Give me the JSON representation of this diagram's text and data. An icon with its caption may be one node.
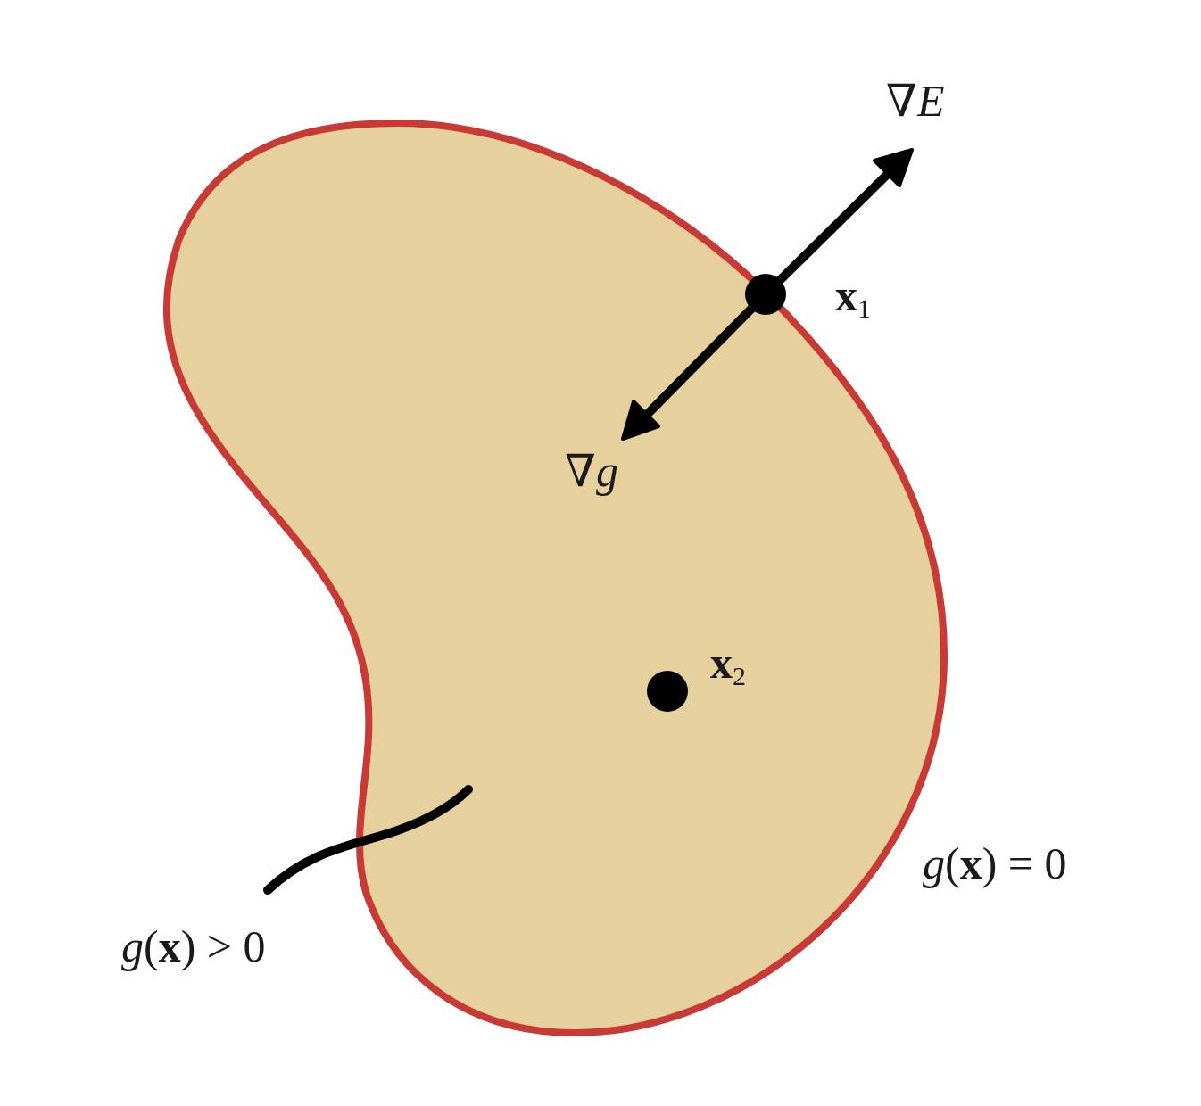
{
  "diagram": {
    "nodes": [
      {
        "text": [],
        "shape": "blob"
      },
      {
        "text": [
          "*g*(**x**) > 0"
        ]
      }
    ],
    "edges": [
      {
        "from": 1,
        "to": 0,
        "arrow": "none"
      }
    ],
    "labels": [
      "∇*E*",
      "**x**$_{1}$",
      "∇*g*",
      "**x**$_{2}$",
      "*g*(**x**) = 0"
    ]
  }
}
